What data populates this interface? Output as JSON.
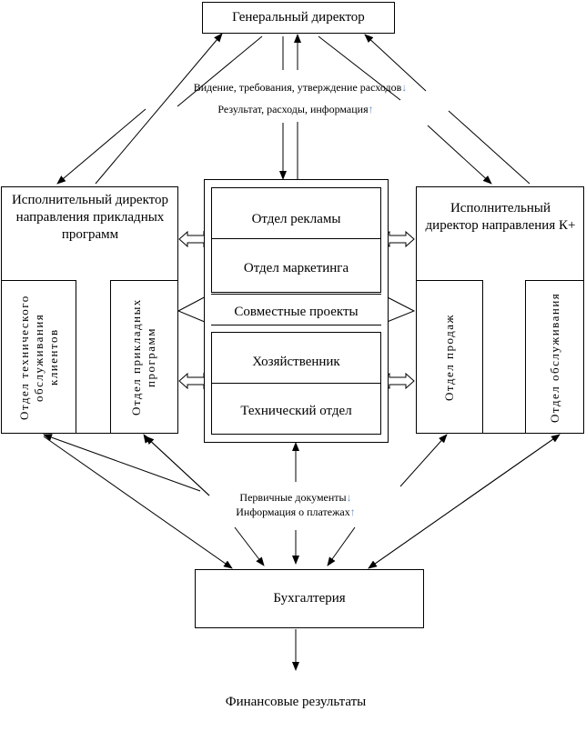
{
  "general_director": "Генеральный директор",
  "top_flow": {
    "line1": "Видение, требования, утверждение расходов",
    "line1_arrow": "↓",
    "line2": "Результат, расходы, информация",
    "line2_arrow": "↑"
  },
  "left_director": "Исполнительный директор направления прикладных программ",
  "right_director": "Исполнительный директор направления К+",
  "center": {
    "advertising": "Отдел рекламы",
    "marketing": "Отдел маркетинга",
    "joint_projects": "Совместные проекты",
    "household": "Хозяйственник",
    "technical": "Технический отдел"
  },
  "left_depts": {
    "tech_service": "Отдел технического обслуживания клиентов",
    "applied": "Отдел прикладных программ"
  },
  "right_depts": {
    "sales": "Отдел продаж",
    "service": "Отдел обслуживания"
  },
  "bottom_flow": {
    "line1": "Первичные документы",
    "line1_arrow": "↓",
    "line2": "Информация о платежах",
    "line2_arrow": "↑"
  },
  "accounting": "Бухгалтерия",
  "financial_results": "Финансовые результаты",
  "colors": {
    "line": "#000000",
    "accent_arrow": "#6b8fbf"
  }
}
